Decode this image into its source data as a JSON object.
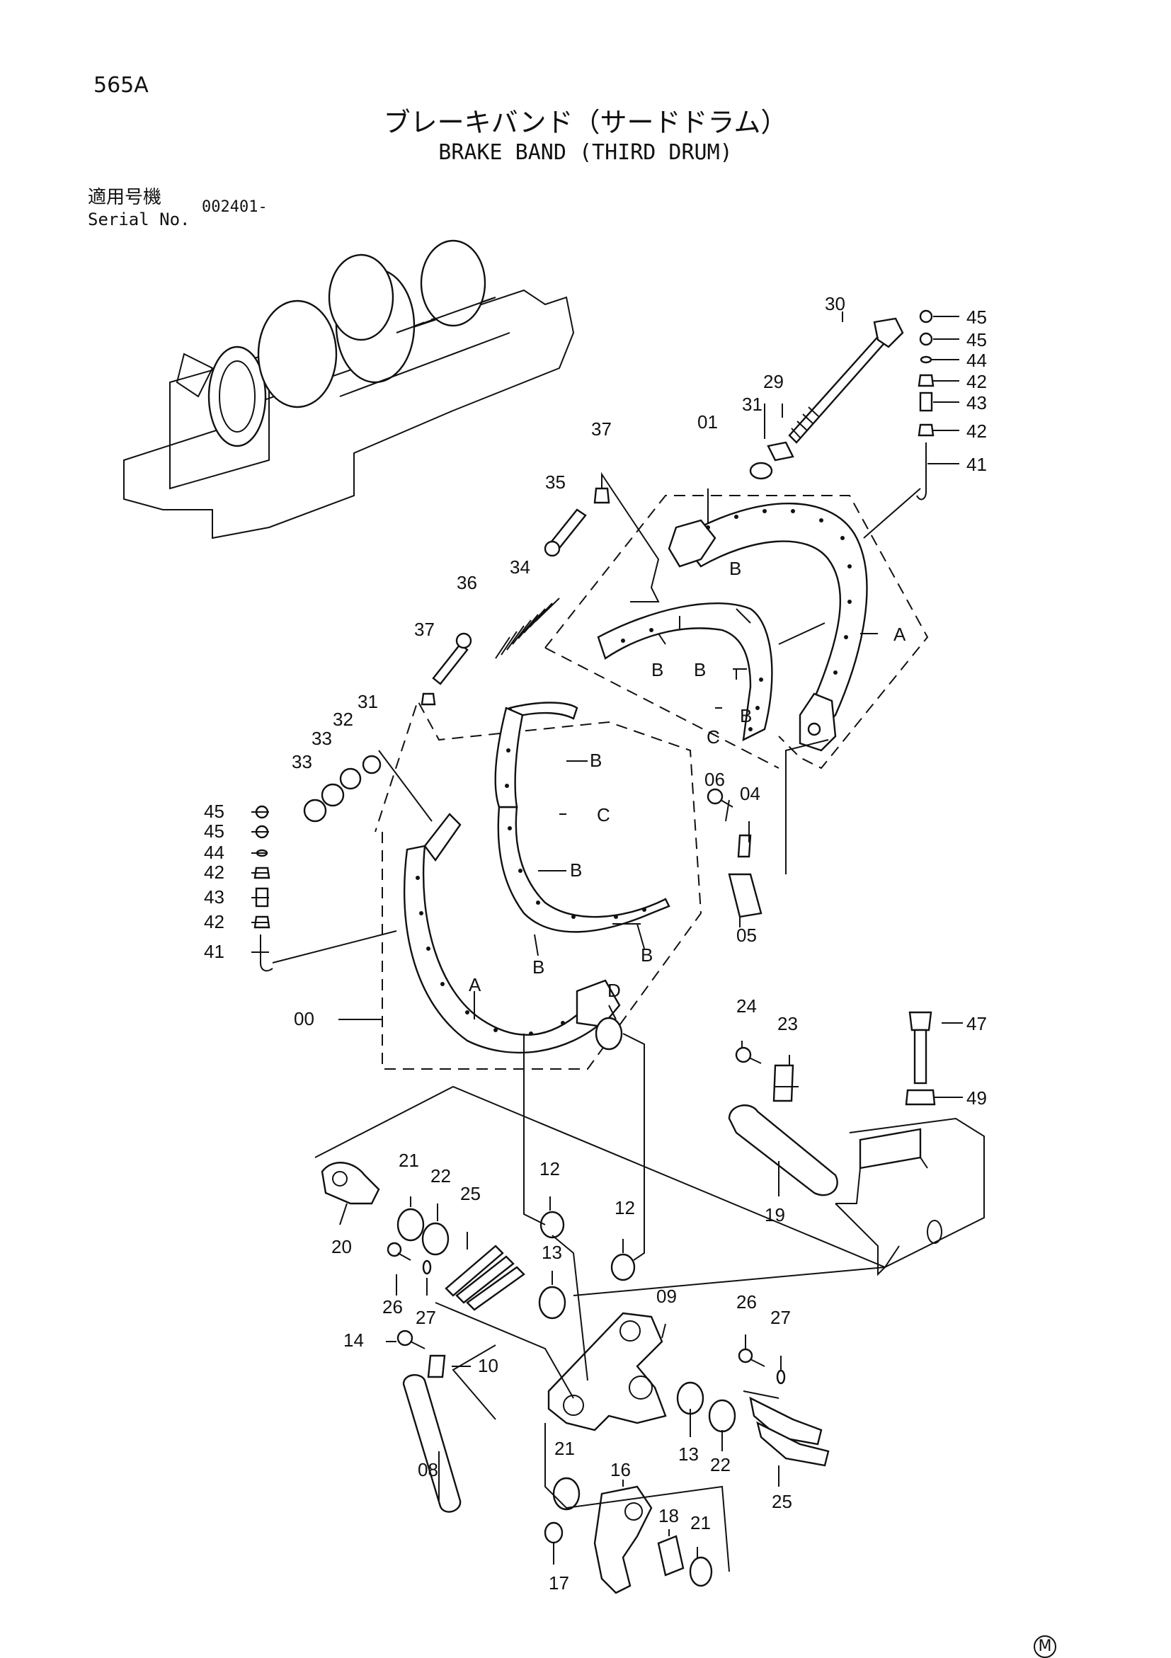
{
  "header": {
    "page_code": "565A",
    "title_jp": "ブレーキバンド（サードドラム）",
    "title_en": "BRAKE BAND (THIRD DRUM)",
    "serial_label_jp": "適用号機",
    "serial_label_en": "Serial No.",
    "serial_value": "002401-"
  },
  "callouts": {
    "p45a": "45",
    "p45b": "45",
    "p44": "44",
    "p42a": "42",
    "p43": "43",
    "p42b": "42",
    "p41": "41",
    "p30": "30",
    "p29": "29",
    "p31": "31",
    "p01": "01",
    "p37": "37",
    "p35": "35",
    "p34": "34",
    "p36": "36",
    "p37b": "37",
    "p31b": "31",
    "p32": "32",
    "p33a": "33",
    "p33b": "33",
    "l45a": "45",
    "l45b": "45",
    "l44": "44",
    "l42a": "42",
    "l43": "43",
    "l42b": "42",
    "l41": "41",
    "p00": "00",
    "p06": "06",
    "p04": "04",
    "p05": "05",
    "p24": "24",
    "p23": "23",
    "p47": "47",
    "p49": "49",
    "p19": "19",
    "p21": "21",
    "p22": "22",
    "p25": "25",
    "p12a": "12",
    "p12b": "12",
    "p20": "20",
    "p13": "13",
    "p26": "26",
    "p27": "27",
    "p09": "09",
    "p14": "14",
    "p10": "10",
    "p08": "08",
    "p26b": "26",
    "p27b": "27",
    "p13b": "13",
    "p22b": "22",
    "p25b": "25",
    "p21b": "21",
    "p16": "16",
    "p18": "18",
    "p21c": "21",
    "p17": "17"
  },
  "letters": {
    "A1": "A",
    "A2": "A",
    "B1": "B",
    "B2": "B",
    "B3": "B",
    "B4": "B",
    "B5": "B",
    "B6": "B",
    "B7": "B",
    "B8": "B",
    "C1": "C",
    "C2": "C",
    "D1": "D"
  },
  "mark": "M"
}
